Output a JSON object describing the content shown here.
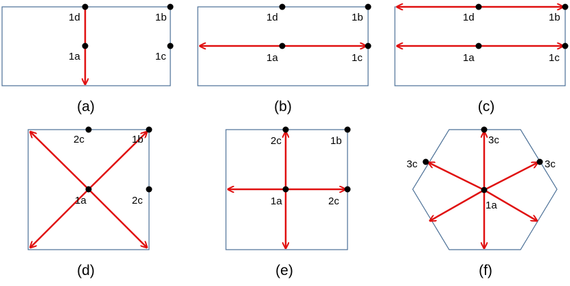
{
  "panels": [
    {
      "key": "a",
      "caption": "(a)",
      "labels": [
        "1d",
        "1b",
        "1a",
        "1c"
      ]
    },
    {
      "key": "b",
      "caption": "(b)",
      "labels": [
        "1d",
        "1b",
        "1a",
        "1c"
      ]
    },
    {
      "key": "c",
      "caption": "(c)",
      "labels": [
        "1d",
        "1b",
        "1a",
        "1c"
      ]
    },
    {
      "key": "d",
      "caption": "(d)",
      "labels": [
        "2c",
        "1b",
        "1a",
        "2c"
      ]
    },
    {
      "key": "e",
      "caption": "(e)",
      "labels": [
        "2c",
        "1b",
        "1a",
        "2c"
      ]
    },
    {
      "key": "f",
      "caption": "(f)",
      "labels": [
        "3c",
        "3c",
        "3c",
        "1a"
      ]
    }
  ],
  "colors": {
    "outline": "#4a6f96",
    "arrow": "#e01010",
    "dot": "#000000"
  }
}
